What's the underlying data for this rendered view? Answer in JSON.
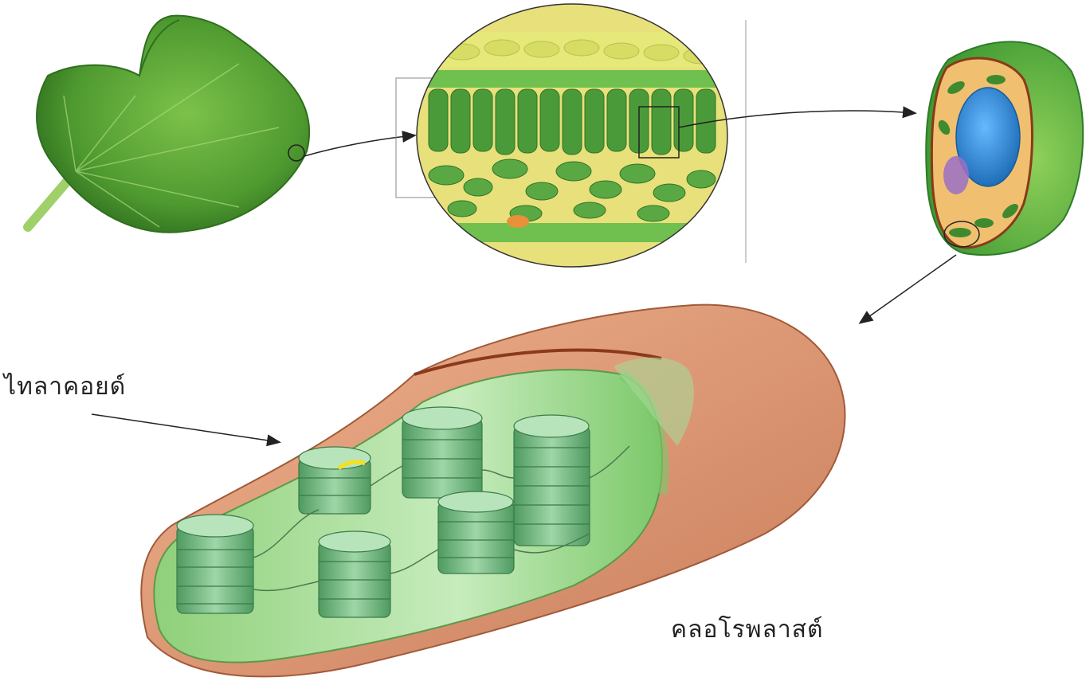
{
  "labels": {
    "thylakoid": "ไทลาคอยด์",
    "chloroplast": "คลอโรพลาสต์"
  },
  "colors": {
    "leaf": "#5fa83a",
    "leaf_dark": "#3c7f24",
    "mesophyll": "#4f9a3c",
    "epidermis_yellow": "#e8e678",
    "cell_wall_green": "#7cc04f",
    "cytoplasm": "#f2c77a",
    "nucleus": "#3a8fd6",
    "vacuole_purple": "#9a6fc0",
    "chloroplast_outer": "#d98f6b",
    "stroma": "#bfe6b5",
    "grana": "#6fb07c",
    "arrow": "#222222"
  },
  "icons": [
    "leaf-image",
    "leaf-cross-section",
    "plant-cell",
    "chloroplast-cutaway"
  ]
}
